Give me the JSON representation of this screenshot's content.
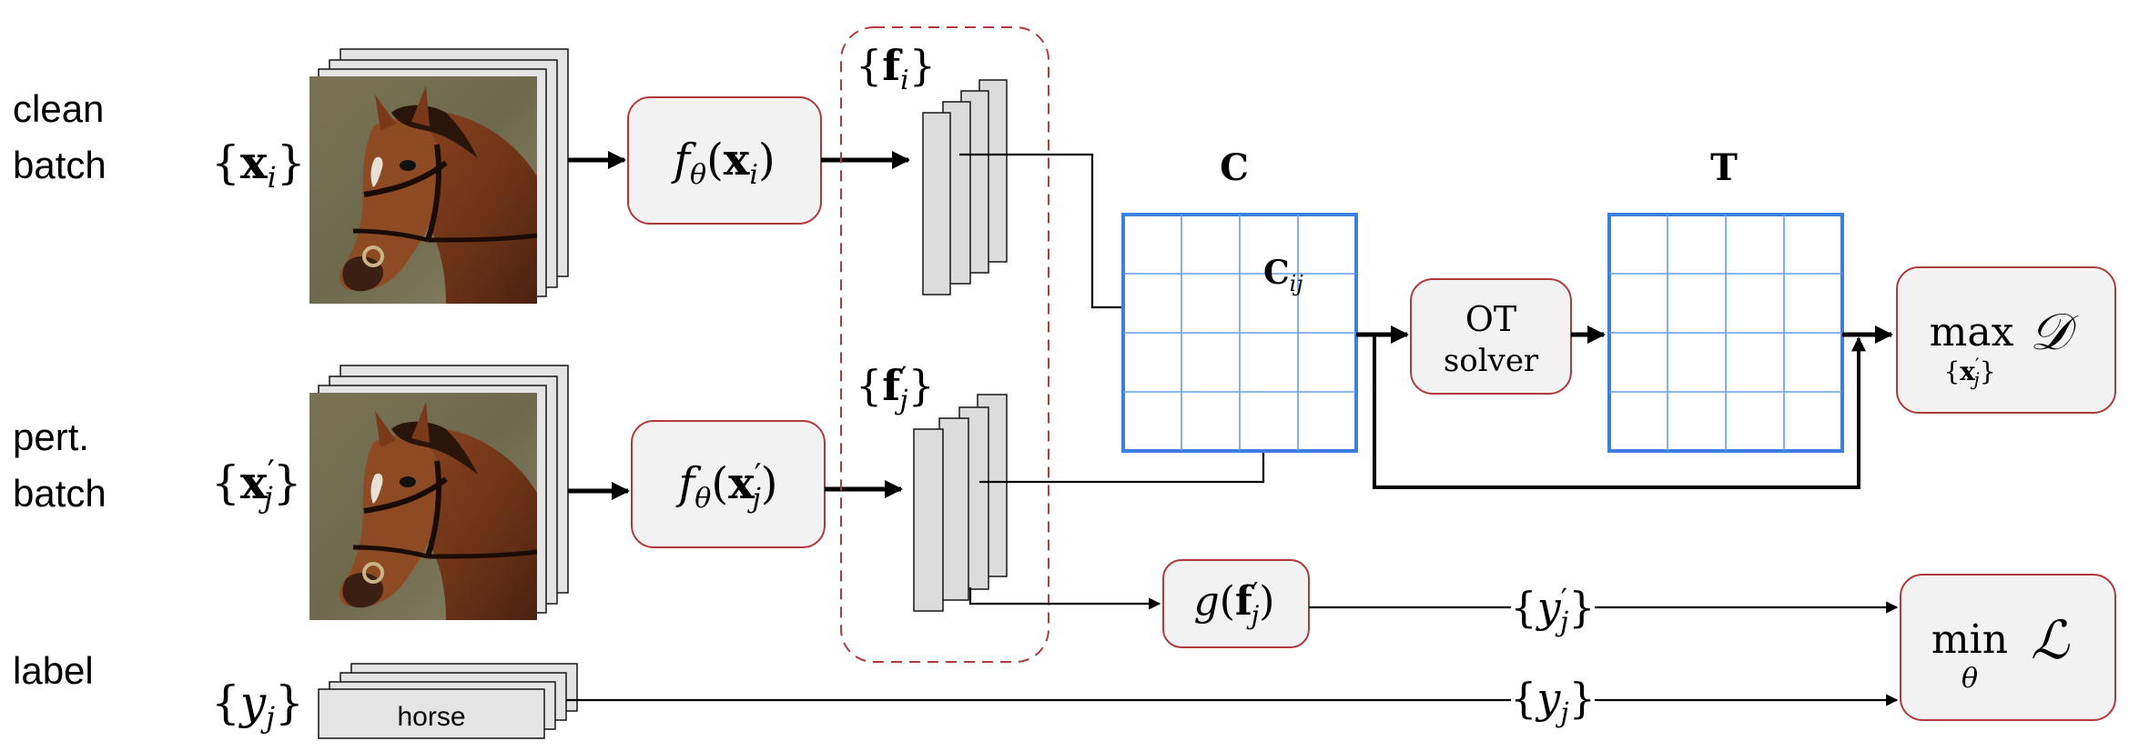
{
  "rows": {
    "clean_label": [
      "clean",
      "batch"
    ],
    "pert_label": [
      "pert.",
      "batch"
    ],
    "label_label": "label"
  },
  "math": {
    "x_set_open": "{",
    "x_set_x": "x",
    "x_set_sub": "i",
    "x_set_close": "}",
    "xp_set_open": "{",
    "xp_set_x": "x",
    "xp_set_prime": "′",
    "xp_set_sub": "j",
    "xp_set_close": "}",
    "y_set_open": "{",
    "y_set_y": "y",
    "y_set_sub": "j",
    "y_set_close": "}",
    "f_clean": {
      "f": "f",
      "theta": "θ",
      "open": "(",
      "x": "x",
      "sub": "i",
      "close": ")"
    },
    "f_pert": {
      "f": "f",
      "theta": "θ",
      "open": "(",
      "x": "x",
      "prime": "′",
      "sub": "j",
      "close": ")"
    },
    "feat_clean": {
      "open": "{",
      "f": "f",
      "sub": "i",
      "close": "}"
    },
    "feat_pert": {
      "open": "{",
      "f": "f",
      "prime": "′",
      "sub": "j",
      "close": "}"
    },
    "g": {
      "g": "g",
      "open": "(",
      "f": "f",
      "prime": "′",
      "sub": "j",
      "close": ")"
    },
    "yprime_flow": {
      "open": "{",
      "y": "y",
      "prime": "′",
      "sub": "j",
      "close": "}"
    },
    "y_flow": {
      "open": "{",
      "y": "y",
      "sub": "j",
      "close": "}"
    }
  },
  "cost_matrix": {
    "title": "C",
    "cell_label": "C",
    "cell_sub": "ij"
  },
  "transport_matrix": {
    "title": "T"
  },
  "ot_solver": {
    "line1": "OT",
    "line2": "solver"
  },
  "objective_max": {
    "op": "max",
    "symbol": "𝒟",
    "under_open": "{",
    "under_x": "x",
    "under_prime": "′",
    "under_sub": "j",
    "under_close": "}"
  },
  "objective_min": {
    "op": "min",
    "symbol": "ℒ",
    "under": "θ"
  },
  "label_card": {
    "text": "horse"
  },
  "colors": {
    "grid": "#3d7fe0",
    "box_border": "#b03a3a",
    "box_fill": "#f2f2f2"
  }
}
